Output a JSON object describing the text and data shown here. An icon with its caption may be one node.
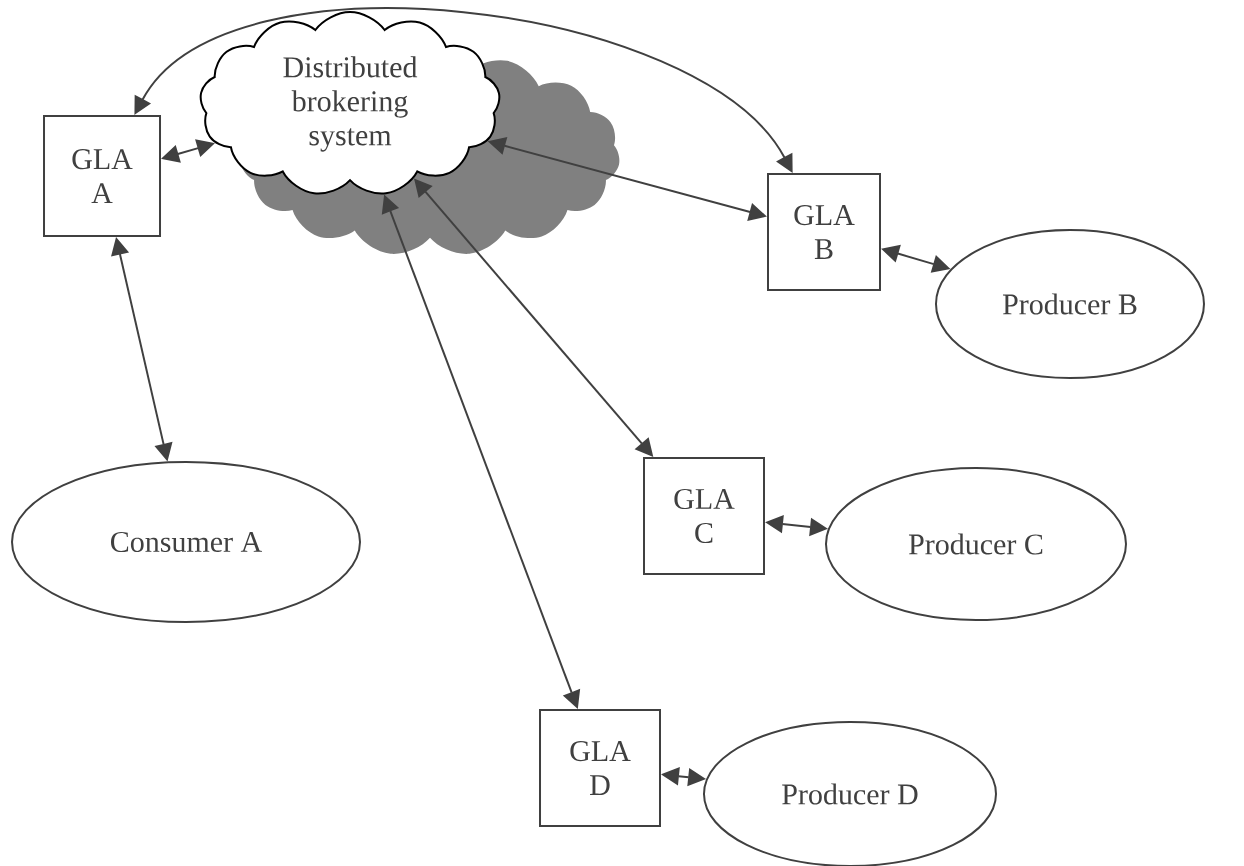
{
  "diagram": {
    "nodes": [
      {
        "text": [
          "Distributed brokering system"
        ]
      },
      {
        "text": [
          "GLA A"
        ]
      },
      {
        "text": [
          "GLA B"
        ]
      },
      {
        "text": [
          "Producer B"
        ]
      },
      {
        "text": [
          "Consumer A"
        ]
      },
      {
        "text": [
          "GLA C"
        ]
      },
      {
        "text": [
          "Producer C"
        ]
      },
      {
        "text": [
          "GLA D"
        ]
      },
      {
        "text": [
          "Producer D"
        ]
      }
    ],
    "edges": [
      {
        "from": 1,
        "to": 0,
        "arrow": "both"
      },
      {
        "from": 1,
        "to": 2,
        "arrow": "both"
      },
      {
        "from": 0,
        "to": 2,
        "arrow": "both"
      },
      {
        "from": 2,
        "to": 3,
        "arrow": "both"
      },
      {
        "from": 1,
        "to": 4,
        "arrow": "both"
      },
      {
        "from": 0,
        "to": 5,
        "arrow": "both"
      },
      {
        "from": 5,
        "to": 6,
        "arrow": "both"
      },
      {
        "from": 0,
        "to": 7,
        "arrow": "both"
      },
      {
        "from": 7,
        "to": 8,
        "arrow": "both"
      }
    ]
  }
}
